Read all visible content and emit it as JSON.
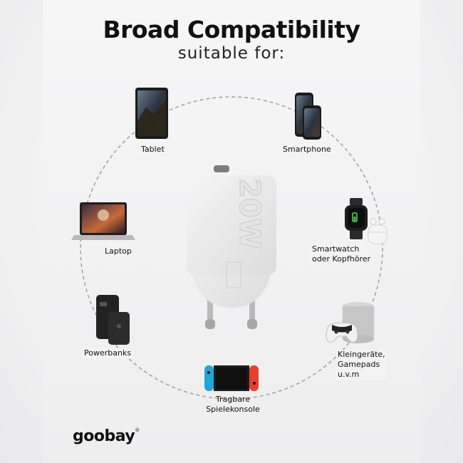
{
  "header": {
    "title": "Broad Compatibility",
    "subtitle": "suitable for:"
  },
  "charger": {
    "wattage": "20W"
  },
  "devices": {
    "tablet": "Tablet",
    "smartphone": "Smartphone",
    "laptop": "Laptop",
    "smartwatch_line1": "Smartwatch",
    "smartwatch_line2": "oder Kopfhörer",
    "powerbanks": "Powerbanks",
    "small_devices_line1": "Kleingeräte,",
    "small_devices_line2": "Gamepads",
    "small_devices_line3": "u.v.m",
    "console_line1": "Tragbare",
    "console_line2": "Spielekonsole"
  },
  "brand": {
    "logo": "goobay",
    "mark": "®"
  },
  "colors": {
    "joycon_blue": "#1ea7d9",
    "joycon_red": "#e8402e",
    "watch_green": "#3ec24a",
    "charger_white": "#ececec"
  }
}
